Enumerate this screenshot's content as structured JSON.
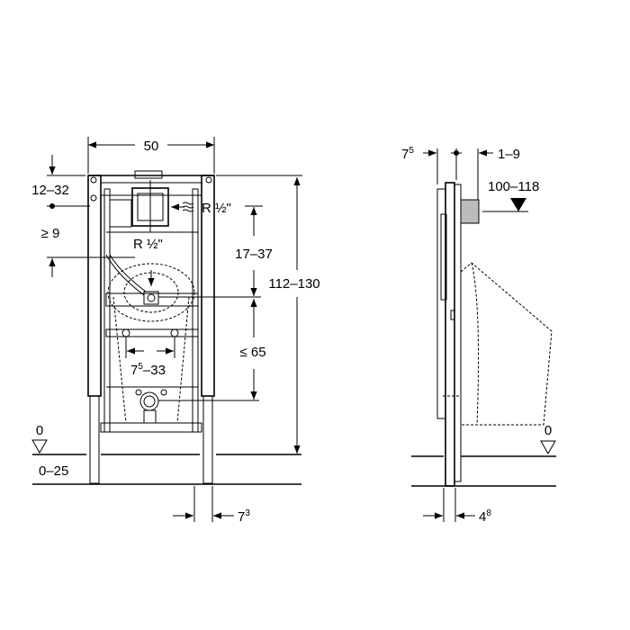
{
  "front_view": {
    "width": "50",
    "top_offset": "12–32",
    "min_height": "≥ 9",
    "water_inlet_side": "R ½\"",
    "water_inlet_center": "R ½\"",
    "inlet_height": "17–37",
    "total_height": "112–130",
    "drain_height": "≤ 65",
    "fixing_spacing_base": "7",
    "fixing_spacing_sup": "5",
    "fixing_spacing_rest": "–33",
    "floor_level": "0",
    "floor_range": "0–25",
    "foot_width_base": "7",
    "foot_width_sup": "3"
  },
  "side_view": {
    "depth_base": "7",
    "depth_sup": "5",
    "pipe_offset": "1–9",
    "mount_height": "100–118",
    "floor_level": "0",
    "foot_depth_base": "4",
    "foot_depth_sup": "8"
  }
}
